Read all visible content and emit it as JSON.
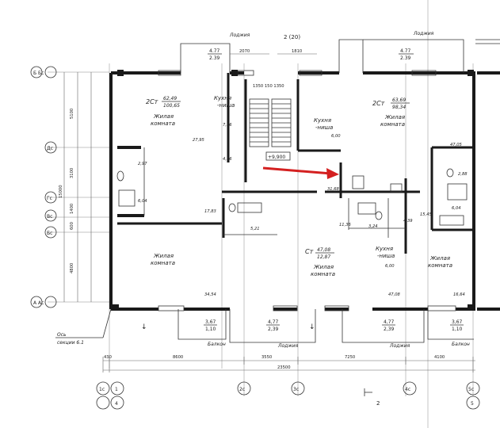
{
  "top": {
    "loggia_left": "Лоджия",
    "loggia_right": "Лоджия",
    "section_mark": "2 (20)",
    "win_left_top": "4.77",
    "win_left_bottom": "2.39",
    "win_right_top": "4.77",
    "win_right_bottom": "2.39",
    "dim_2070": "2070",
    "dim_1810": "1810"
  },
  "left_axes": {
    "b_label": "Б  Бс",
    "dc_label": "Дс",
    "g_label": "Гс",
    "v_label": "Вс",
    "bc_label": "Бс",
    "a_label": "А  Ас",
    "dims": [
      "5100",
      "3100",
      "15000",
      "1400",
      "600",
      "4800"
    ]
  },
  "rooms": {
    "r1_code": "2Ст",
    "r1_area_top": "62,49",
    "r1_area_bottom": "100,65",
    "r1_name_1": "Жилая",
    "r1_name_2": "комната",
    "kitchen1_1": "Кухня",
    "kitchen1_2": "-ниша",
    "stair_dims": "1350 150 1350",
    "kitchen2_1": "Кухня",
    "kitchen2_2": "-ниша",
    "kitchen2_area": "6,00",
    "r2_code": "2Ст",
    "r2_area_top": "63,69",
    "r2_area_bottom": "98,34",
    "r2_name_1": "Жилая",
    "r2_name_2": "комната",
    "a_2797": "2,97",
    "a_2795": "27,95",
    "a_716": "7,16",
    "a_416": "4,16",
    "a_604_left": "6,04",
    "level": "+9,900",
    "a_4705": "47,05",
    "a_288": "2,88",
    "a_604_right": "6,04",
    "a_3168": "31,68",
    "a_1783": "17,83",
    "a_521": "5,21",
    "a_1136": "11,36",
    "a_324": "3,24",
    "a_439": "4,39",
    "a_1545": "15,45",
    "r3_name_1": "Жилая",
    "r3_name_2": "комната",
    "a_3454": "34,54",
    "r4_code": "Ст",
    "r4_area_top": "47,08",
    "r4_area_bottom": "12,87",
    "r4_name_1": "Жилая",
    "r4_name_2": "комната",
    "kitchen3_1": "Кухня",
    "kitchen3_2": "-ниша",
    "kitchen3_area": "6,00",
    "a_4708": "47,08",
    "r5_name_1": "Жилая",
    "r5_name_2": "комната",
    "a_1664": "16,64"
  },
  "bottom": {
    "w1_top": "3,67",
    "w1_bottom": "1,10",
    "w2_top": "4,77",
    "w2_bottom": "2,39",
    "w3_top": "4,77",
    "w3_bottom": "2,39",
    "w4_top": "3,67",
    "w4_bottom": "1,10",
    "balcony_left": "Балкон",
    "loggia_mid": "Лоджия",
    "loggia_right": "Лоджия",
    "balcony_right": "Балкон",
    "axis_note_1": "Ось",
    "axis_note_2": "секции 6.1",
    "dim_430": "430",
    "dim_8600": "8600",
    "dim_3550": "3550",
    "dim_7250": "7250",
    "dim_4100": "4100",
    "dim_total": "23500",
    "section_mark": "2",
    "axes": [
      "1с",
      "1",
      "4",
      "2с",
      "3с",
      "4с",
      "5с",
      "5"
    ]
  },
  "colors": {
    "wall": "#1a1a1a",
    "arrow": "#d42020",
    "line": "#333333"
  }
}
